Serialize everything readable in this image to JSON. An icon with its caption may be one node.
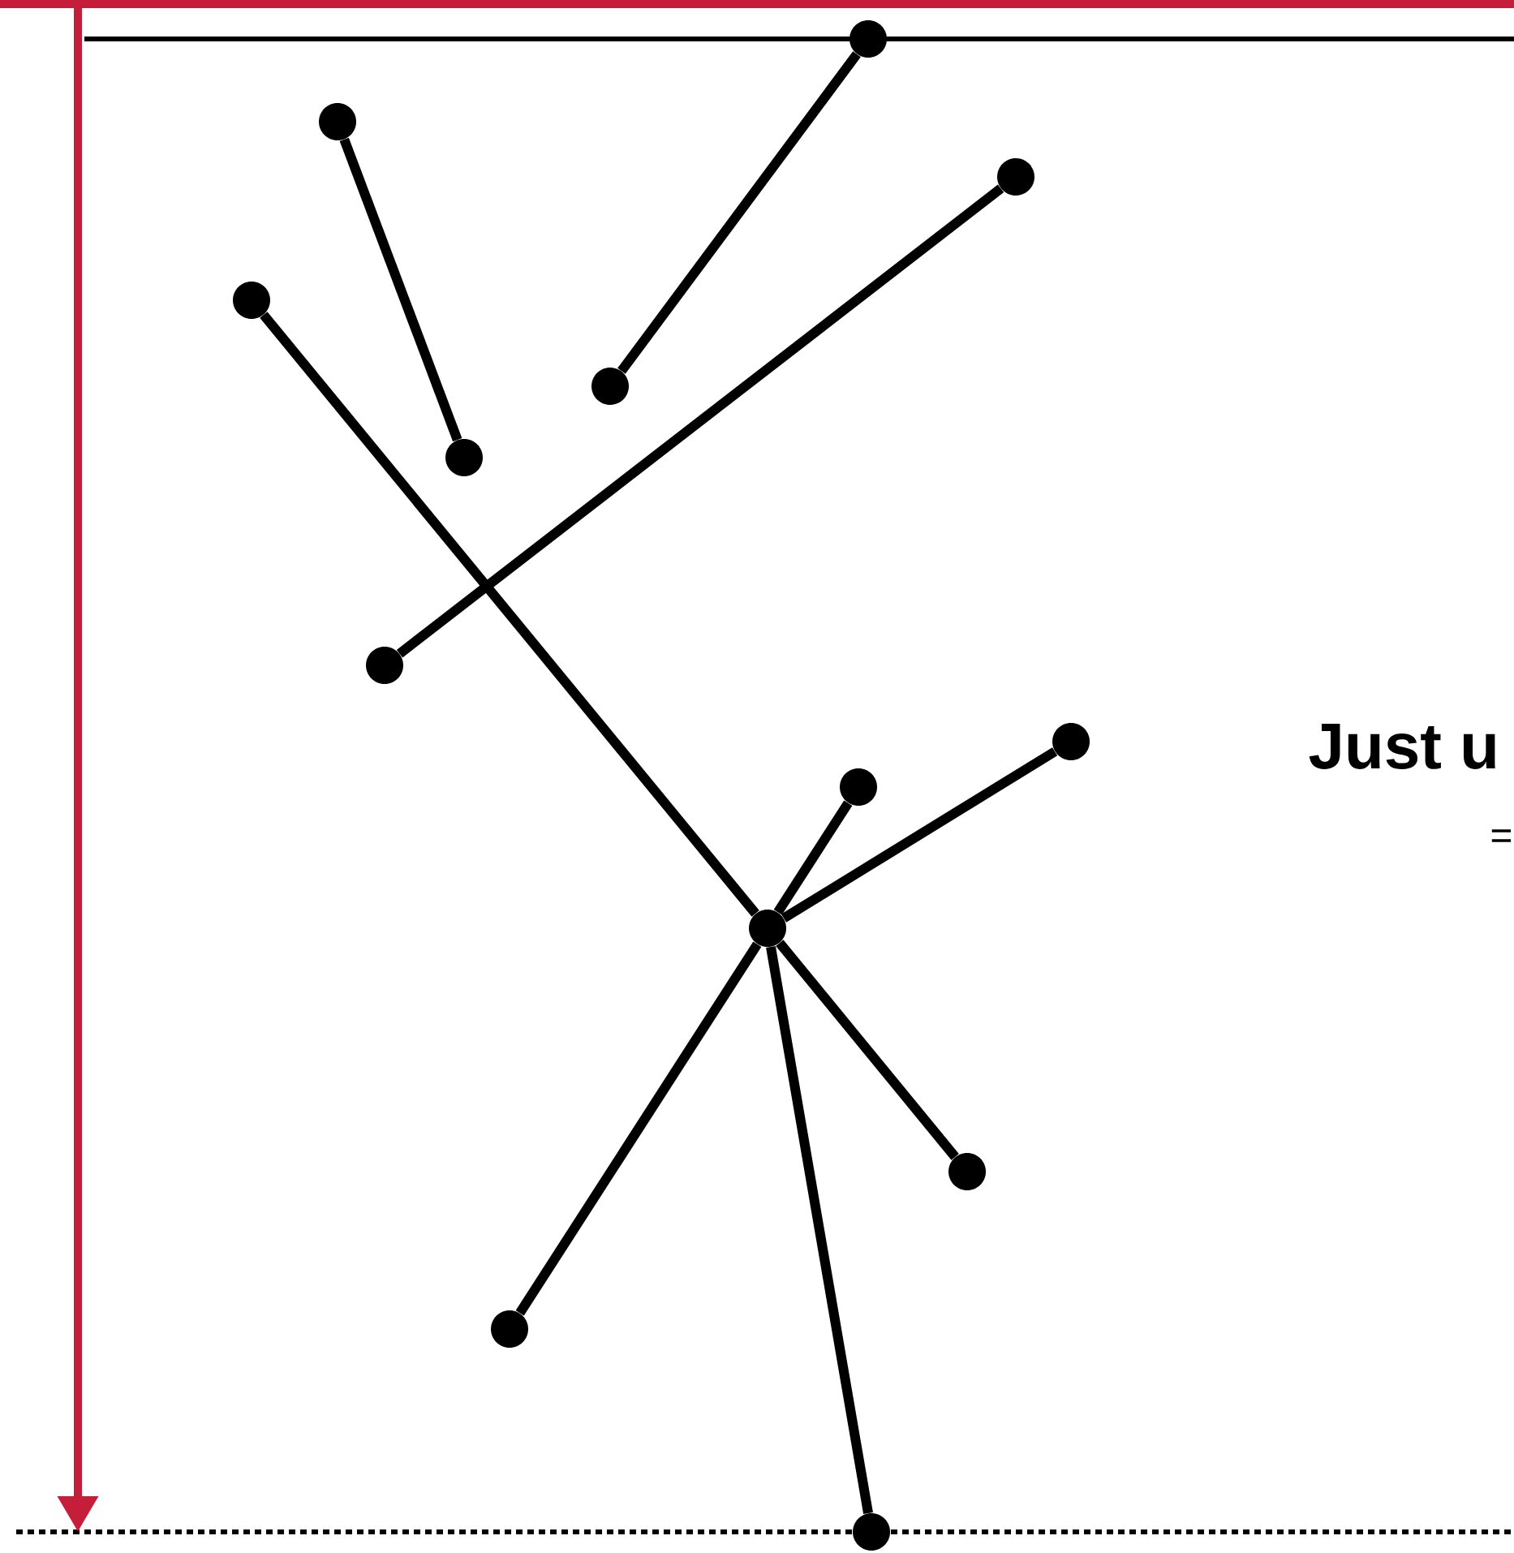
{
  "diagram": {
    "nodes": [
      {
        "text": [],
        "shape": "circle"
      },
      {
        "text": [],
        "shape": "circle"
      },
      {
        "text": [],
        "shape": "circle"
      },
      {
        "text": [],
        "shape": "circle"
      },
      {
        "text": [],
        "shape": "circle"
      },
      {
        "text": [],
        "shape": "circle"
      },
      {
        "text": [],
        "shape": "circle"
      },
      {
        "text": [],
        "shape": "circle"
      },
      {
        "text": [],
        "shape": "circle"
      },
      {
        "text": [],
        "shape": "circle"
      },
      {
        "text": [],
        "shape": "circle"
      },
      {
        "text": [],
        "shape": "circle"
      },
      {
        "text": [],
        "shape": "circle"
      }
    ],
    "edges": [
      {
        "from": 0,
        "to": 4,
        "arrow": "none"
      },
      {
        "from": 1,
        "to": 5,
        "arrow": "none"
      },
      {
        "from": 2,
        "to": 6,
        "arrow": "none"
      },
      {
        "from": 3,
        "to": 9,
        "arrow": "none"
      },
      {
        "from": 9,
        "to": 8,
        "arrow": "none"
      },
      {
        "from": 9,
        "to": 7,
        "arrow": "none"
      },
      {
        "from": 9,
        "to": 10,
        "arrow": "none"
      },
      {
        "from": 9,
        "to": 11,
        "arrow": "none"
      },
      {
        "from": 9,
        "to": 12,
        "arrow": "none"
      }
    ],
    "labels": [
      "Just u",
      "="
    ]
  }
}
